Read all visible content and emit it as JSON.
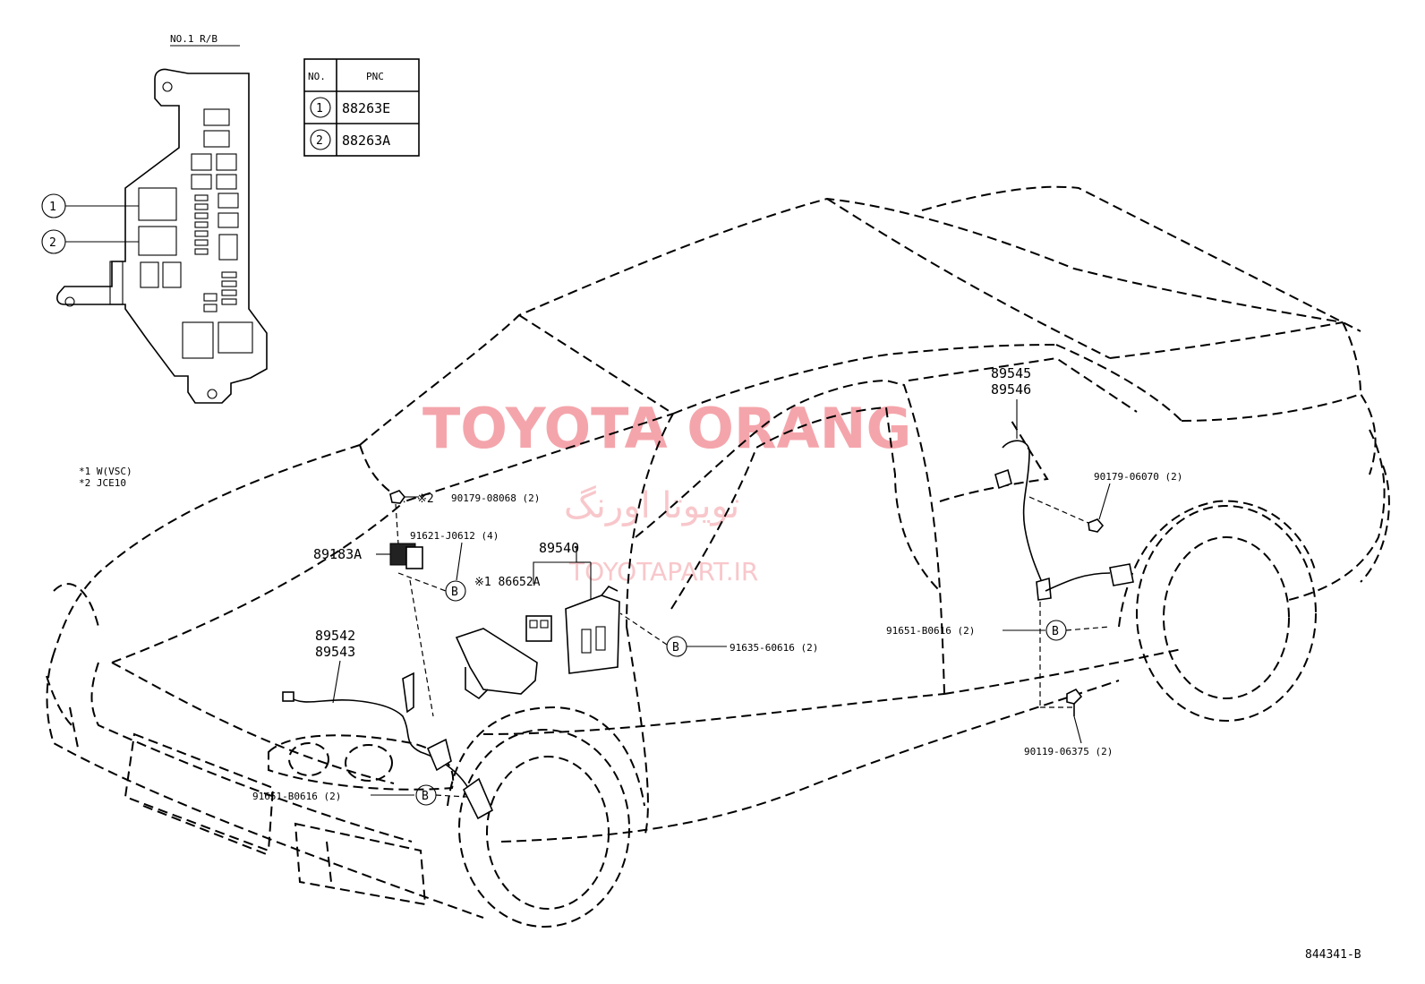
{
  "relay_block": {
    "title": "NO.1 R/B",
    "callouts": [
      {
        "num": "1"
      },
      {
        "num": "2"
      }
    ]
  },
  "pnc_table": {
    "header_no": "NO.",
    "header_pnc": "PNC",
    "rows": [
      {
        "no": "1",
        "pnc": "88263E"
      },
      {
        "no": "2",
        "pnc": "88263A"
      }
    ]
  },
  "notes": [
    "*1 W(VSC)",
    "*2 JCE10"
  ],
  "watermarks": {
    "english": "TOYOTA ORANG",
    "persian": "تویوتا اورنگ",
    "url": "TOYOTAPART.IR"
  },
  "parts": {
    "p89545": "89545",
    "p89546": "89546",
    "p90179_06070": "90179-06070 (2)",
    "p90179_08068_mark": "※2",
    "p90179_08068": "90179-08068 (2)",
    "p91621": "91621-J0612 (4)",
    "p89183A": "89183A",
    "p89540": "89540",
    "p186652A": "※1 86652A",
    "p89542": "89542",
    "p89543": "89543",
    "p91635": "91635-60616 (2)",
    "p91651_rear": "91651-B0616 (2)",
    "p91651_front": "91651-B0616 (2)",
    "p90119": "90119-06375 (2)",
    "bolt_letter": "B",
    "diagram_id": "844341-B"
  }
}
